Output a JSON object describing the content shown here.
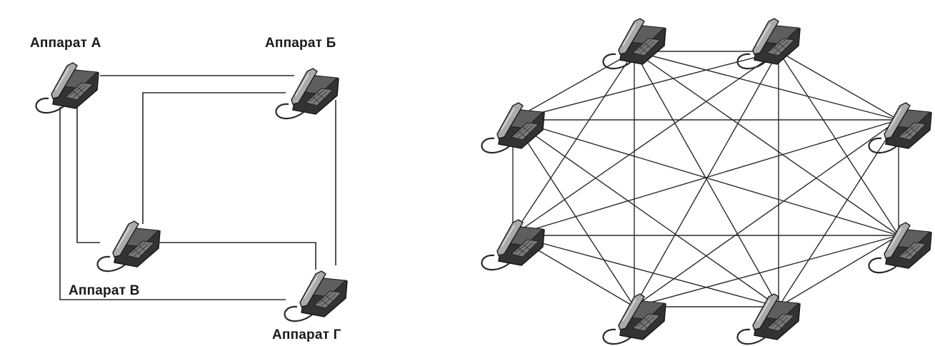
{
  "left_diagram": {
    "phones": [
      {
        "id": "a",
        "label": "Аппарат А"
      },
      {
        "id": "b",
        "label": "Аппарат Б"
      },
      {
        "id": "v",
        "label": "Аппарат В"
      },
      {
        "id": "g",
        "label": "Аппарат Г"
      }
    ]
  },
  "right_diagram": {
    "phone_count": 8,
    "topology": "full-mesh"
  },
  "colors": {
    "line": "#2a2a2a",
    "phone_body": "#3a3a3a",
    "phone_light": "#9a9a9a",
    "phone_handset": "#5a5a5a"
  }
}
